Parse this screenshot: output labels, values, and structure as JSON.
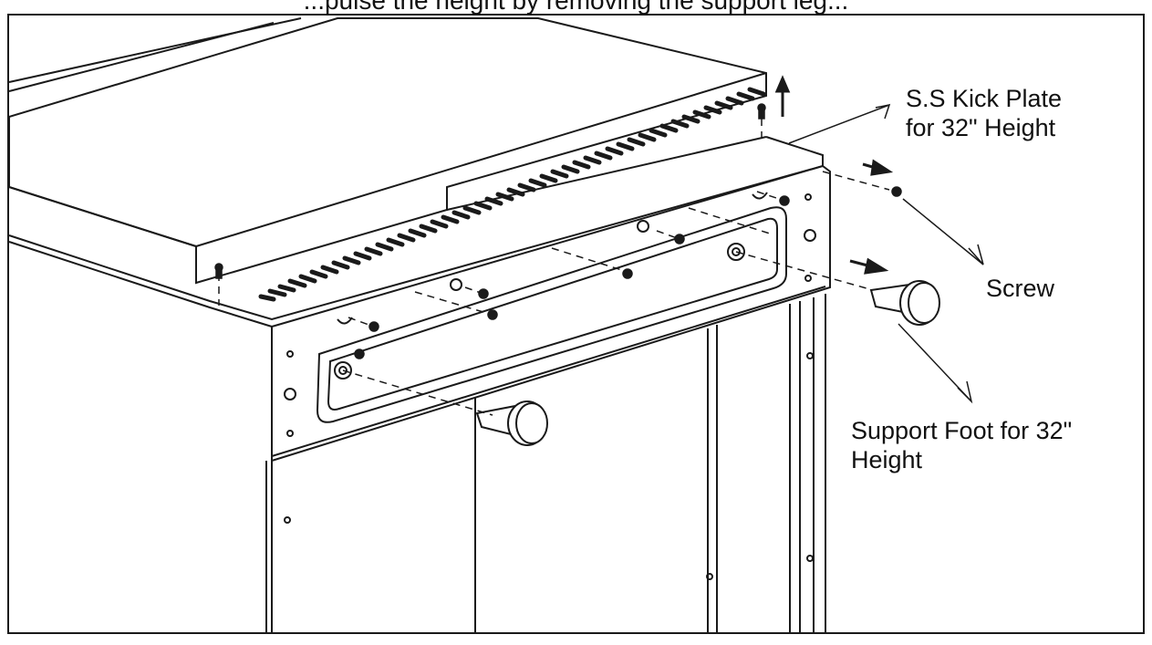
{
  "caption": "...pulse the height by removing the support leg...",
  "labels": {
    "kick_plate": [
      "S.S Kick Plate",
      "for 32\" Height"
    ],
    "screw": "Screw",
    "support_foot": [
      "Support Foot for 32\"",
      "Height"
    ]
  },
  "colors": {
    "line": "#1a1a1a",
    "background": "#ffffff"
  }
}
